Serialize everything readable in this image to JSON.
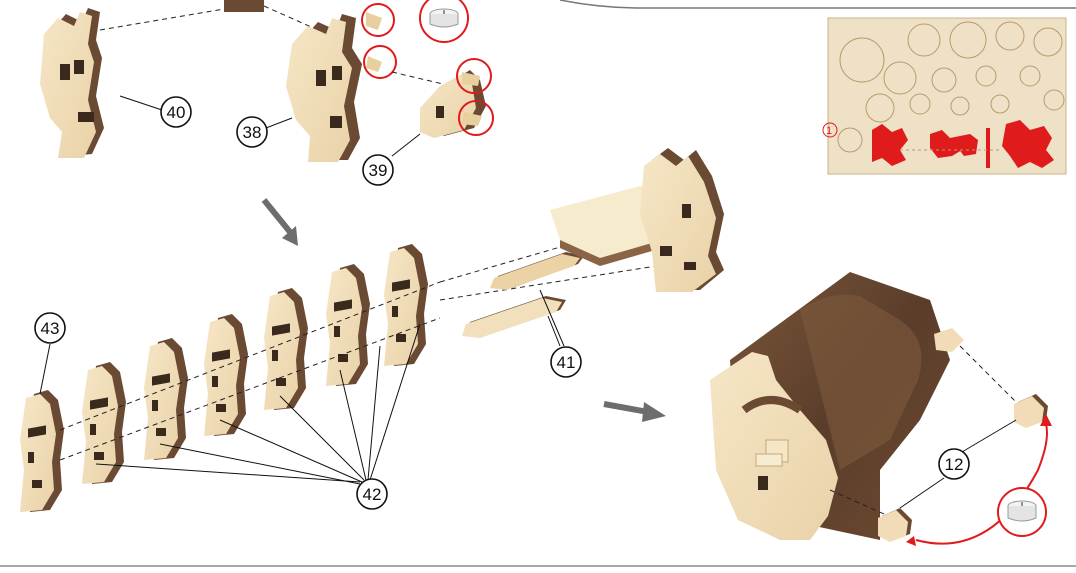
{
  "part_labels": {
    "p40": "40",
    "p38": "38",
    "p39": "39",
    "p43": "43",
    "p41": "41",
    "p42": "42",
    "p12": "12"
  },
  "sheet_label": "1",
  "colors": {
    "wood_light": "#f1dcb7",
    "wood_edge": "#6b4a33",
    "wood_dark": "#5a3d2a",
    "highlight_red": "#e01b1b",
    "arrow_gray": "#6d6d6d",
    "sheet_bg": "#efe1c6"
  },
  "icons": {
    "candle": "tealight-candle-icon",
    "flow_arrow": "arrow-icon"
  }
}
